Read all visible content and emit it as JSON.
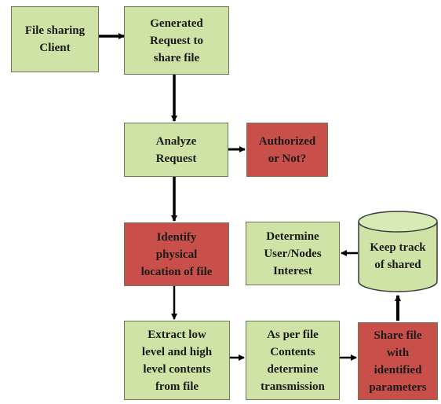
{
  "colors": {
    "process": "#cfe3a6",
    "decision": "#c9504a",
    "border": "#6b7a55",
    "arrow": "#000000"
  },
  "nodes": {
    "client": {
      "label": "File sharing\nClient",
      "type": "process"
    },
    "request": {
      "label": "Generated\nRequest to\nshare file",
      "type": "process"
    },
    "analyze": {
      "label": "Analyze\nRequest",
      "type": "process"
    },
    "authorized": {
      "label": "Authorized\nor Not?",
      "type": "highlight"
    },
    "identify": {
      "label": "Identify\nphysical\nlocation of file",
      "type": "highlight"
    },
    "determine": {
      "label": "Determine\nUser/Nodes\nInterest",
      "type": "process"
    },
    "track": {
      "label": "Keep track\nof shared",
      "type": "datastore"
    },
    "extract": {
      "label": "Extract low\nlevel and high\nlevel contents\nfrom file",
      "type": "process"
    },
    "asper": {
      "label": "As per file\nContents\ndetermine\ntransmission",
      "type": "process"
    },
    "share": {
      "label": "Share file\nwith\nidentified\nparameters",
      "type": "highlight"
    }
  }
}
